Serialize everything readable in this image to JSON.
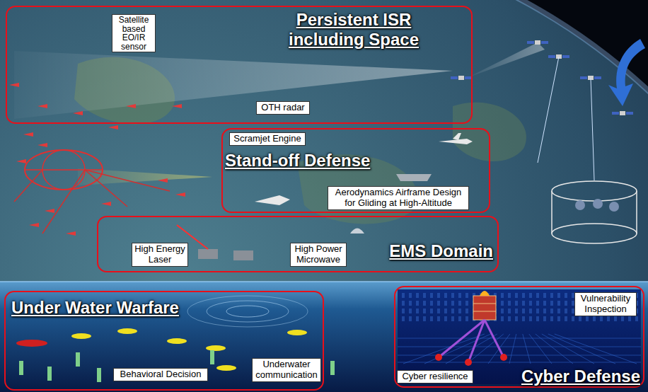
{
  "diagram": {
    "nodes": [
      {
        "text": [
          "Persistent ISR including Space"
        ]
      },
      {
        "text": [
          "Satellite based EO/IR sensor"
        ],
        "in": 0
      },
      {
        "text": [
          "OTH radar"
        ],
        "in": 0
      },
      {
        "text": [
          "Stand-off Defense"
        ]
      },
      {
        "text": [
          "Scramjet Engine"
        ],
        "in": 3
      },
      {
        "text": [
          "Aerodynamics Airframe Design for Gliding at High-Altitude"
        ],
        "in": 3
      },
      {
        "text": [
          "EMS Domain"
        ]
      },
      {
        "text": [
          "High Energy Laser"
        ],
        "in": 6
      },
      {
        "text": [
          "High Power Microwave"
        ],
        "in": 6
      },
      {
        "text": [
          "Under Water Warfare"
        ]
      },
      {
        "text": [
          "Behavioral Decision"
        ],
        "in": 9
      },
      {
        "text": [
          "Underwater communication"
        ],
        "in": 9
      },
      {
        "text": [
          "Cyber Defense"
        ]
      },
      {
        "text": [
          "Vulnerability Inspection"
        ],
        "in": 12
      },
      {
        "text": [
          "Cyber resilience"
        ],
        "in": 12
      }
    ]
  }
}
